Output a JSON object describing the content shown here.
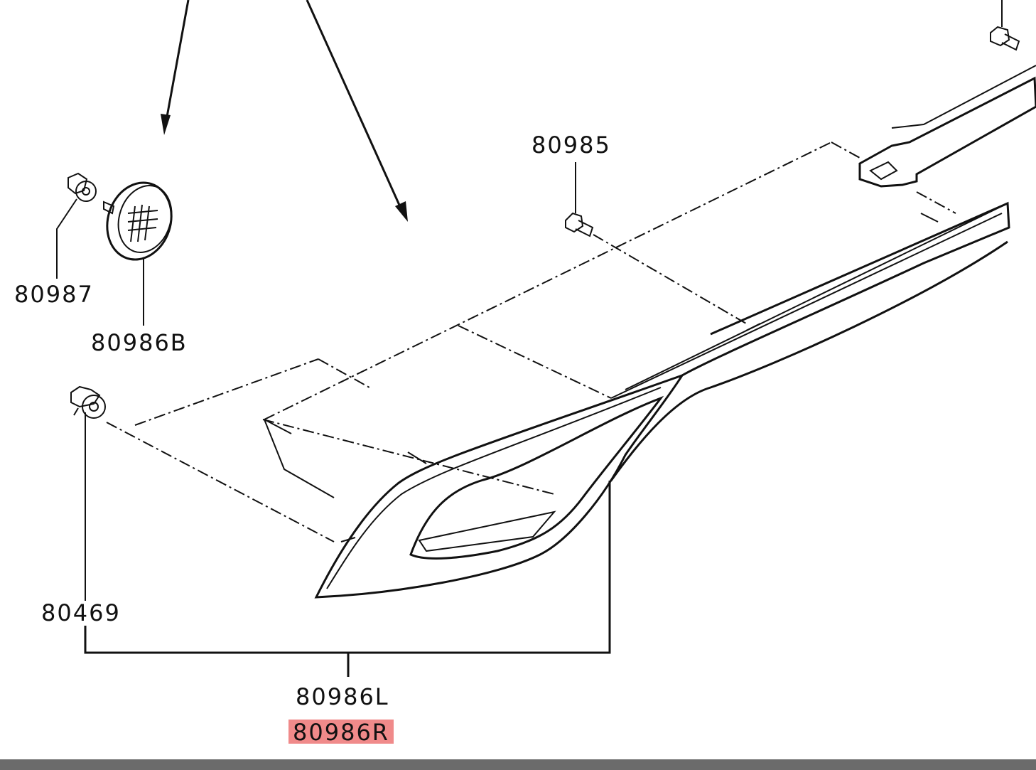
{
  "labels": {
    "p80985": "80985",
    "p80987": "80987",
    "p80986b": "80986B",
    "p80469": "80469",
    "p80986l": "80986L",
    "p80986r": "80986R"
  },
  "colors": {
    "highlight": "#f08a8a",
    "line": "#111111",
    "footer": "#6b6b6b"
  }
}
